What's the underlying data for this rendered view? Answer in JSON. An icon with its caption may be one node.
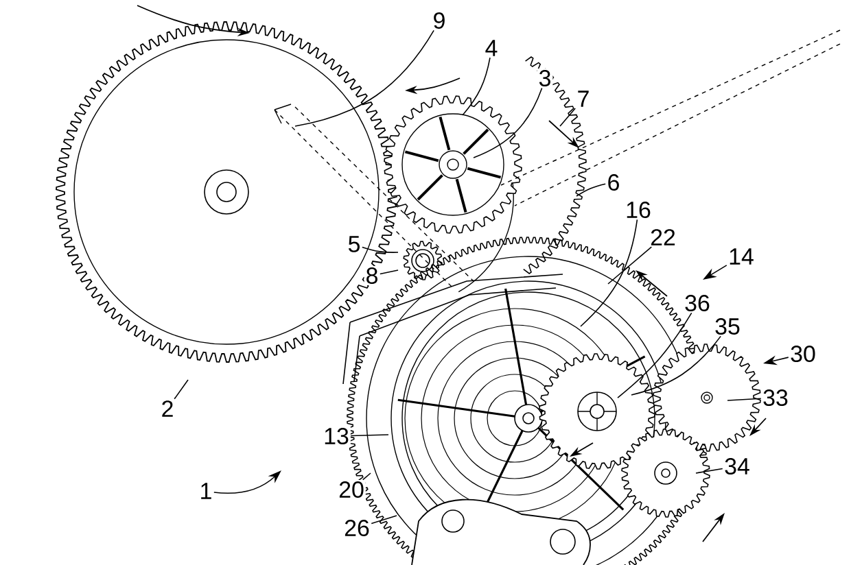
{
  "diagram": {
    "nodes": [
      {
        "text": [
          "9"
        ]
      },
      {
        "text": [
          "4"
        ]
      },
      {
        "text": [
          "3"
        ]
      },
      {
        "text": [
          "7"
        ]
      },
      {
        "text": [
          "5"
        ]
      },
      {
        "text": [
          "6"
        ]
      },
      {
        "text": [
          "8"
        ]
      },
      {
        "text": [
          "16"
        ]
      },
      {
        "text": [
          "22"
        ]
      },
      {
        "text": [
          "14"
        ]
      },
      {
        "text": [
          "36"
        ]
      },
      {
        "text": [
          "35"
        ]
      },
      {
        "text": [
          "30"
        ]
      },
      {
        "text": [
          "33"
        ]
      },
      {
        "text": [
          "2"
        ]
      },
      {
        "text": [
          "13"
        ]
      },
      {
        "text": [
          "1"
        ]
      },
      {
        "text": [
          "20"
        ]
      },
      {
        "text": [
          "34"
        ]
      },
      {
        "text": [
          "26"
        ]
      }
    ],
    "edges": [
      {
        "from": 0,
        "to": null,
        "arrow": "none"
      },
      {
        "from": 1,
        "to": null,
        "arrow": "none"
      },
      {
        "from": 2,
        "to": null,
        "arrow": "none"
      },
      {
        "from": 3,
        "to": null,
        "arrow": "none"
      },
      {
        "from": 4,
        "to": null,
        "arrow": "none"
      },
      {
        "from": 5,
        "to": null,
        "arrow": "none"
      },
      {
        "from": 6,
        "to": null,
        "arrow": "none"
      },
      {
        "from": 7,
        "to": null,
        "arrow": "none"
      },
      {
        "from": 8,
        "to": null,
        "arrow": "none"
      },
      {
        "from": 9,
        "to": null,
        "arrow": "to"
      },
      {
        "from": 10,
        "to": null,
        "arrow": "none"
      },
      {
        "from": 11,
        "to": null,
        "arrow": "none"
      },
      {
        "from": 12,
        "to": null,
        "arrow": "to"
      },
      {
        "from": 13,
        "to": null,
        "arrow": "none"
      },
      {
        "from": 14,
        "to": null,
        "arrow": "none"
      },
      {
        "from": 15,
        "to": null,
        "arrow": "none"
      },
      {
        "from": 16,
        "to": null,
        "arrow": "to"
      },
      {
        "from": 17,
        "to": null,
        "arrow": "none"
      },
      {
        "from": 18,
        "to": null,
        "arrow": "none"
      },
      {
        "from": 19,
        "to": null,
        "arrow": "none"
      }
    ]
  }
}
